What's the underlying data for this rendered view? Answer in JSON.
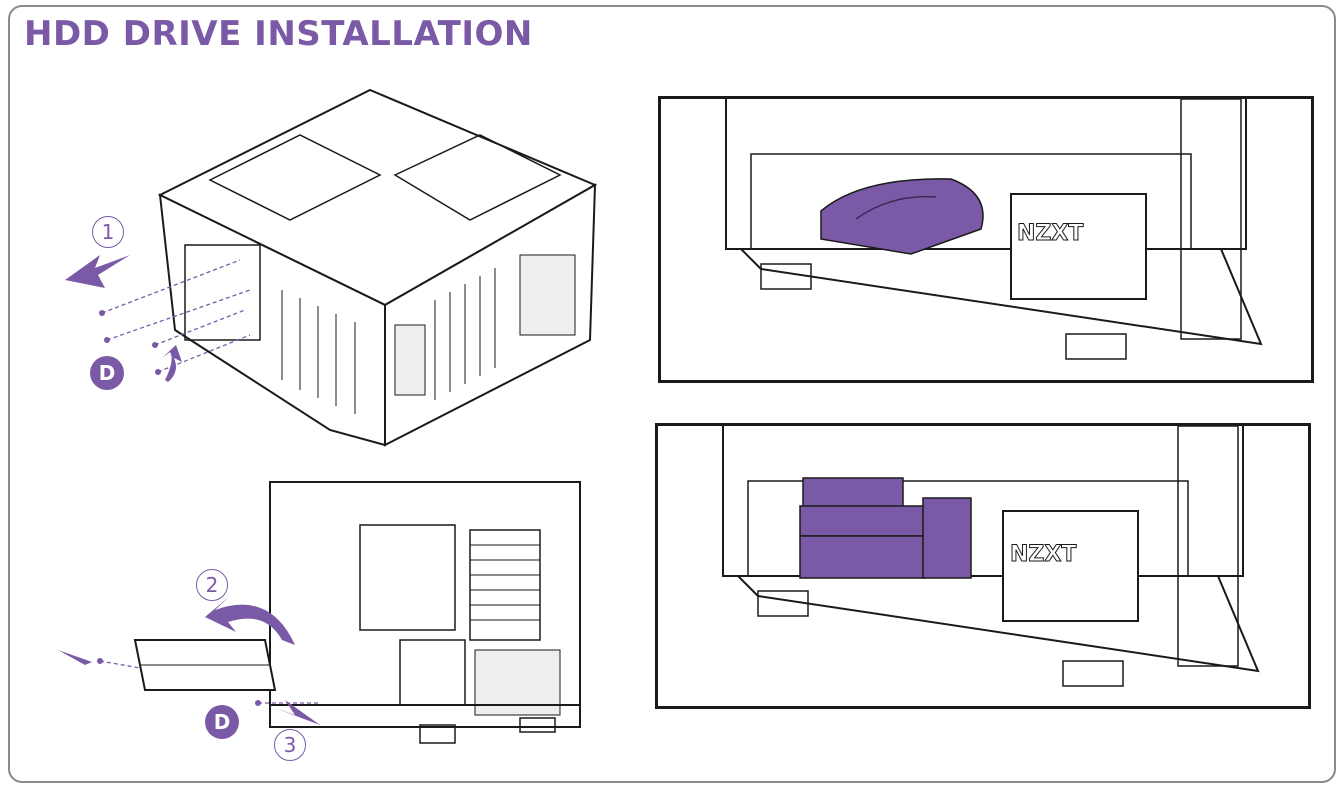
{
  "title": "HDD DRIVE INSTALLATION",
  "accent_color": "#7a5aa6",
  "steps": [
    "1",
    "2",
    "3"
  ],
  "screw_label": "D",
  "brand_logo": "NZXT"
}
